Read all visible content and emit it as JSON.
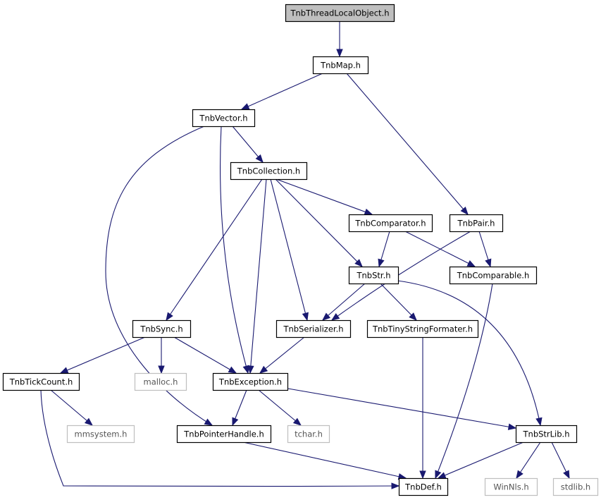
{
  "diagram": {
    "colors": {
      "edge": "#191970",
      "root_fill": "#bfbfbf",
      "external_border": "#bfbfbf",
      "node_border": "#000000"
    },
    "nodes": [
      {
        "id": "TnbThreadLocalObject",
        "label": "TnbThreadLocalObject.h",
        "kind": "root"
      },
      {
        "id": "TnbMap",
        "label": "TnbMap.h",
        "kind": "file"
      },
      {
        "id": "TnbVector",
        "label": "TnbVector.h",
        "kind": "file"
      },
      {
        "id": "TnbCollection",
        "label": "TnbCollection.h",
        "kind": "file"
      },
      {
        "id": "TnbComparator",
        "label": "TnbComparator.h",
        "kind": "file"
      },
      {
        "id": "TnbPair",
        "label": "TnbPair.h",
        "kind": "file"
      },
      {
        "id": "TnbStr",
        "label": "TnbStr.h",
        "kind": "file"
      },
      {
        "id": "TnbComparable",
        "label": "TnbComparable.h",
        "kind": "file"
      },
      {
        "id": "TnbSync",
        "label": "TnbSync.h",
        "kind": "file"
      },
      {
        "id": "TnbSerializer",
        "label": "TnbSerializer.h",
        "kind": "file"
      },
      {
        "id": "TnbTinyStringFormater",
        "label": "TnbTinyStringFormater.h",
        "kind": "file"
      },
      {
        "id": "TnbTickCount",
        "label": "TnbTickCount.h",
        "kind": "file"
      },
      {
        "id": "malloc",
        "label": "malloc.h",
        "kind": "external"
      },
      {
        "id": "TnbException",
        "label": "TnbException.h",
        "kind": "file"
      },
      {
        "id": "mmsystem",
        "label": "mmsystem.h",
        "kind": "external"
      },
      {
        "id": "TnbPointerHandle",
        "label": "TnbPointerHandle.h",
        "kind": "file"
      },
      {
        "id": "tchar",
        "label": "tchar.h",
        "kind": "external"
      },
      {
        "id": "TnbStrLib",
        "label": "TnbStrLib.h",
        "kind": "file"
      },
      {
        "id": "TnbDef",
        "label": "TnbDef.h",
        "kind": "file"
      },
      {
        "id": "WinNls",
        "label": "WinNls.h",
        "kind": "external"
      },
      {
        "id": "stdlib",
        "label": "stdlib.h",
        "kind": "external"
      }
    ],
    "edges": [
      [
        "TnbThreadLocalObject",
        "TnbMap"
      ],
      [
        "TnbMap",
        "TnbVector"
      ],
      [
        "TnbMap",
        "TnbPair"
      ],
      [
        "TnbVector",
        "TnbCollection"
      ],
      [
        "TnbVector",
        "TnbException"
      ],
      [
        "TnbVector",
        "TnbPointerHandle"
      ],
      [
        "TnbCollection",
        "TnbComparator"
      ],
      [
        "TnbCollection",
        "TnbStr"
      ],
      [
        "TnbCollection",
        "TnbSync"
      ],
      [
        "TnbCollection",
        "TnbSerializer"
      ],
      [
        "TnbCollection",
        "TnbException"
      ],
      [
        "TnbComparator",
        "TnbStr"
      ],
      [
        "TnbComparator",
        "TnbComparable"
      ],
      [
        "TnbPair",
        "TnbComparable"
      ],
      [
        "TnbPair",
        "TnbSerializer"
      ],
      [
        "TnbStr",
        "TnbSerializer"
      ],
      [
        "TnbStr",
        "TnbTinyStringFormater"
      ],
      [
        "TnbStr",
        "TnbStrLib"
      ],
      [
        "TnbComparable",
        "TnbDef"
      ],
      [
        "TnbSync",
        "TnbTickCount"
      ],
      [
        "TnbSync",
        "malloc"
      ],
      [
        "TnbSync",
        "TnbException"
      ],
      [
        "TnbSerializer",
        "TnbException"
      ],
      [
        "TnbTinyStringFormater",
        "TnbDef"
      ],
      [
        "TnbTickCount",
        "mmsystem"
      ],
      [
        "TnbTickCount",
        "TnbDef"
      ],
      [
        "TnbException",
        "TnbPointerHandle"
      ],
      [
        "TnbException",
        "tchar"
      ],
      [
        "TnbException",
        "TnbStrLib"
      ],
      [
        "TnbPointerHandle",
        "TnbDef"
      ],
      [
        "TnbStrLib",
        "TnbDef"
      ],
      [
        "TnbStrLib",
        "WinNls"
      ],
      [
        "TnbStrLib",
        "stdlib"
      ]
    ]
  }
}
